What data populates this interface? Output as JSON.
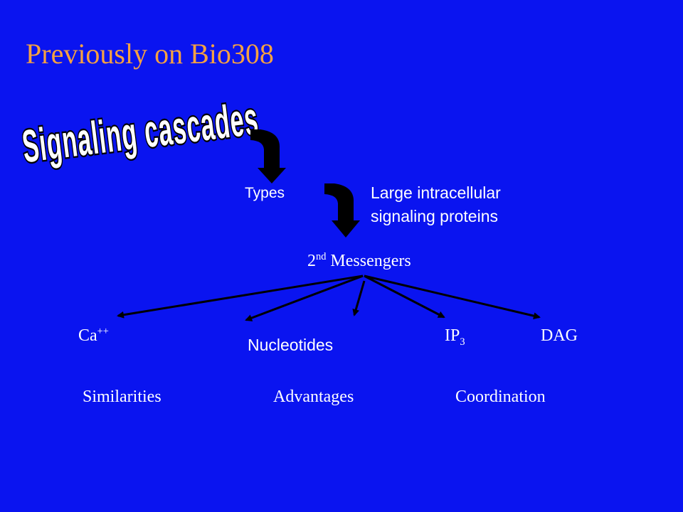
{
  "slide": {
    "title": "Previously on Bio308",
    "wordart": "Signaling cascades",
    "nodes": {
      "types": "Types",
      "large_proteins_line1": "Large intracellular",
      "large_proteins_line2": "signaling proteins",
      "messengers_base": "2",
      "messengers_sup": "nd",
      "messengers_rest": " Messengers",
      "ca_base": "Ca",
      "ca_sup": "++",
      "nucleotides": "Nucleotides",
      "ip_base": "IP",
      "ip_sub": "3",
      "dag": "DAG"
    },
    "topics": {
      "similarities": "Similarities",
      "advantages": "Advantages",
      "coordination": "Coordination"
    },
    "colors": {
      "background": "#0a14f0",
      "title": "#f5a142",
      "text": "#ffffff",
      "arrows": "#000000"
    }
  }
}
